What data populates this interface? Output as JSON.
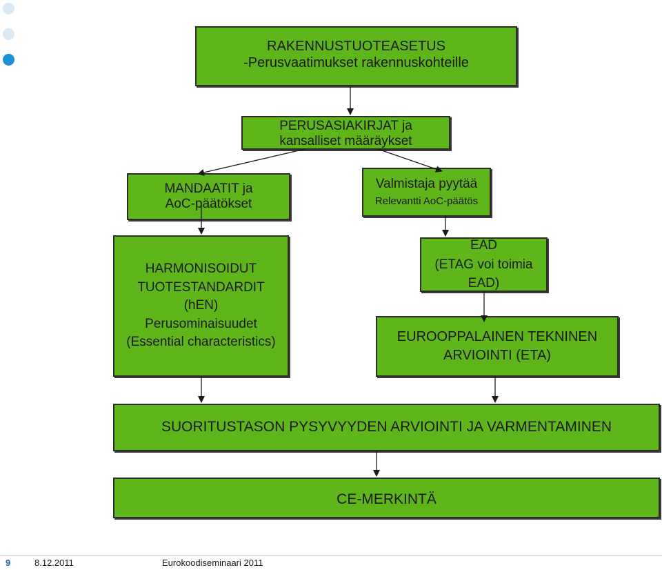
{
  "colors": {
    "box_fill": "#5fb61b",
    "box_border": "#2c2c2c",
    "dot_light": "#dbe9f5",
    "dot_accent": "#1e90d6",
    "footer_accent": "#1e5fa8"
  },
  "nodes": {
    "rakennustuoteasetus": {
      "line1": "RAKENNUSTUOTEASETUS",
      "line2": "-Perusvaatimukset rakennuskohteille"
    },
    "perusasiakirjat": {
      "line1": "PERUSASIAKIRJAT ja",
      "line2": "kansalliset määräykset"
    },
    "mandaatit": {
      "line1": "MANDAATIT ja",
      "line2": "AoC-päätökset"
    },
    "valmistaja": {
      "line1": "Valmistaja pyytää",
      "line2": "Relevantti AoC-päätös"
    },
    "harmonisoidut": {
      "line1": "HARMONISOIDUT",
      "line2": "TUOTESTANDARDIT",
      "line3": "(hEN)",
      "line4": "Perusominaisuudet",
      "line5": "(Essential characteristics)"
    },
    "ead": {
      "line1": "EAD",
      "line2": "(ETAG voi toimia",
      "line3": "EAD)"
    },
    "eta": {
      "line1": "EUROOPPALAINEN TEKNINEN",
      "line2": "ARVIOINTI (ETA)"
    },
    "suoritustaso": {
      "label": "SUORITUSTASON PYSYVYYDEN ARVIOINTI JA VARMENTAMINEN"
    },
    "ce": {
      "label": "CE-MERKINTÄ"
    }
  },
  "footer": {
    "page_number": "9",
    "date": "8.12.2011",
    "event": "Eurokoodiseminaari 2011"
  }
}
